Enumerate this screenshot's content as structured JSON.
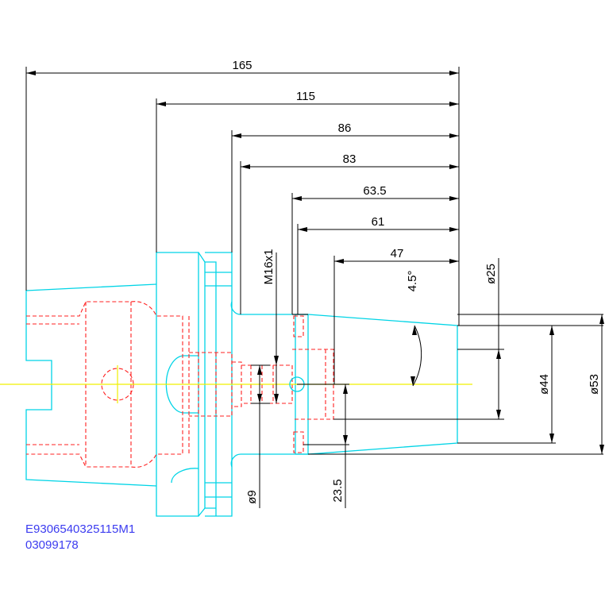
{
  "dimensions": {
    "overall_length": "165",
    "flange_to_tip": "115",
    "l86": "86",
    "l83": "83",
    "l63_5": "63.5",
    "l61": "61",
    "l47": "47",
    "taper_angle": "4.5°",
    "thread": "M16x1",
    "bore_dia": "ø25",
    "dia44": "ø44",
    "dia53": "ø53",
    "dia9": "ø9",
    "offset": "23.5"
  },
  "part_code": "E9306540325115M1",
  "part_number": "03099178",
  "colors": {
    "outline": "#00d4e6",
    "hidden": "#ff2020",
    "dimension": "#000000",
    "centerline": "#f0f000",
    "code_text": "#3c3cf0"
  }
}
